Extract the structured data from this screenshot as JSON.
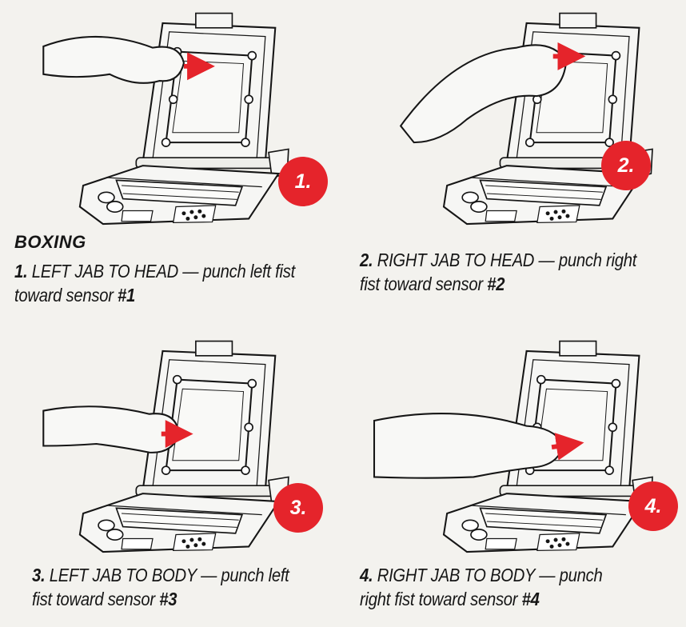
{
  "heading": "BOXING",
  "colors": {
    "badge": "#e5242b",
    "arrow": "#e5242b",
    "ink": "#161616",
    "paper": "#f3f2ee"
  },
  "steps": [
    {
      "badge": "1.",
      "num": "1.",
      "text": "LEFT JAB TO HEAD — punch left fist",
      "line2": "toward sensor ",
      "sensor": "#1",
      "illustration": "left-jab-head"
    },
    {
      "badge": "2.",
      "num": "2.",
      "text": "RIGHT JAB TO HEAD — punch right",
      "line2": "fist toward sensor ",
      "sensor": "#2",
      "illustration": "right-jab-head"
    },
    {
      "badge": "3.",
      "num": "3.",
      "text": "LEFT JAB TO BODY — punch left",
      "line2": "fist toward sensor ",
      "sensor": "#3",
      "illustration": "left-jab-body"
    },
    {
      "badge": "4.",
      "num": "4.",
      "text": "RIGHT JAB TO BODY — punch",
      "line2": "right fist toward sensor ",
      "sensor": "#4",
      "illustration": "right-jab-body"
    }
  ]
}
